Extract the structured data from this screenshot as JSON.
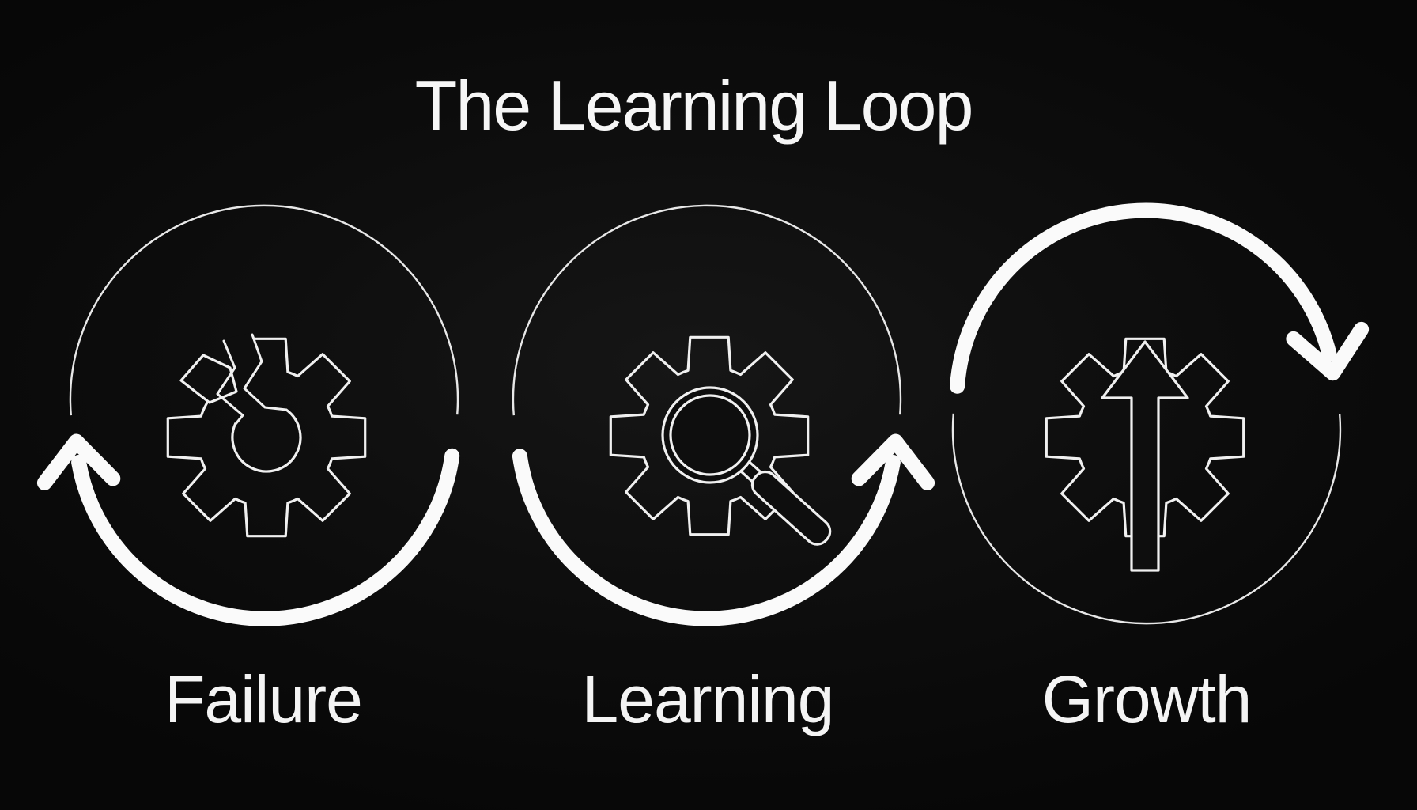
{
  "title": "The Learning Loop",
  "colors": {
    "background": "#0e0e0e",
    "line": "#f0f0f0",
    "accent": "#fafafa",
    "text": "#f5f5f5"
  },
  "stages": [
    {
      "label": "Failure",
      "icon": "broken-gear-icon",
      "arrow": "loop-arrow-up-left"
    },
    {
      "label": "Learning",
      "icon": "gear-magnifier-icon",
      "arrow": "loop-arrow-up-right"
    },
    {
      "label": "Growth",
      "icon": "gear-growth-arrow-icon",
      "arrow": "loop-arrow-down-right"
    }
  ]
}
